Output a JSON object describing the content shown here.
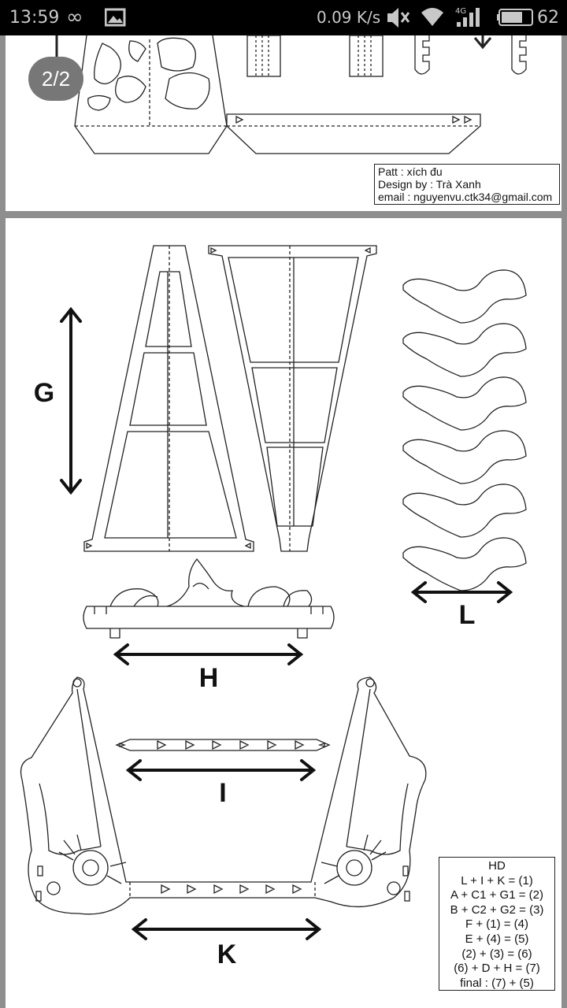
{
  "status_bar": {
    "time": "13:59",
    "network_speed": "0.09 K/s",
    "network_type": "4G",
    "battery": "62",
    "icons": [
      "infinity-icon",
      "image-icon",
      "mute-icon",
      "wifi-icon",
      "signal-icon",
      "battery-icon"
    ]
  },
  "viewer": {
    "page_indicator": "2/2"
  },
  "sheet1": {
    "info_lines": [
      "Patt : xích đu",
      "Design by : Trà Xanh",
      "email : nguyenvu.ctk34@gmail.com"
    ]
  },
  "sheet2": {
    "labels": {
      "g": "G",
      "l": "L",
      "h": "H",
      "i": "I",
      "k": "K"
    },
    "instructions": {
      "title": "HD",
      "steps": [
        "L + I + K = (1)",
        "A + C1 + G1 = (2)",
        "B + C2 + G2 = (3)",
        "F + (1) = (4)",
        "E + (4) = (5)",
        "(2) + (3) = (6)",
        "(6) + D + H = (7)",
        "final : (7) + (5)"
      ]
    }
  },
  "colors": {
    "status_bg": "#000000",
    "viewer_bg": "#8e8e8e",
    "page_bg": "#ffffff",
    "line": "#222222"
  }
}
